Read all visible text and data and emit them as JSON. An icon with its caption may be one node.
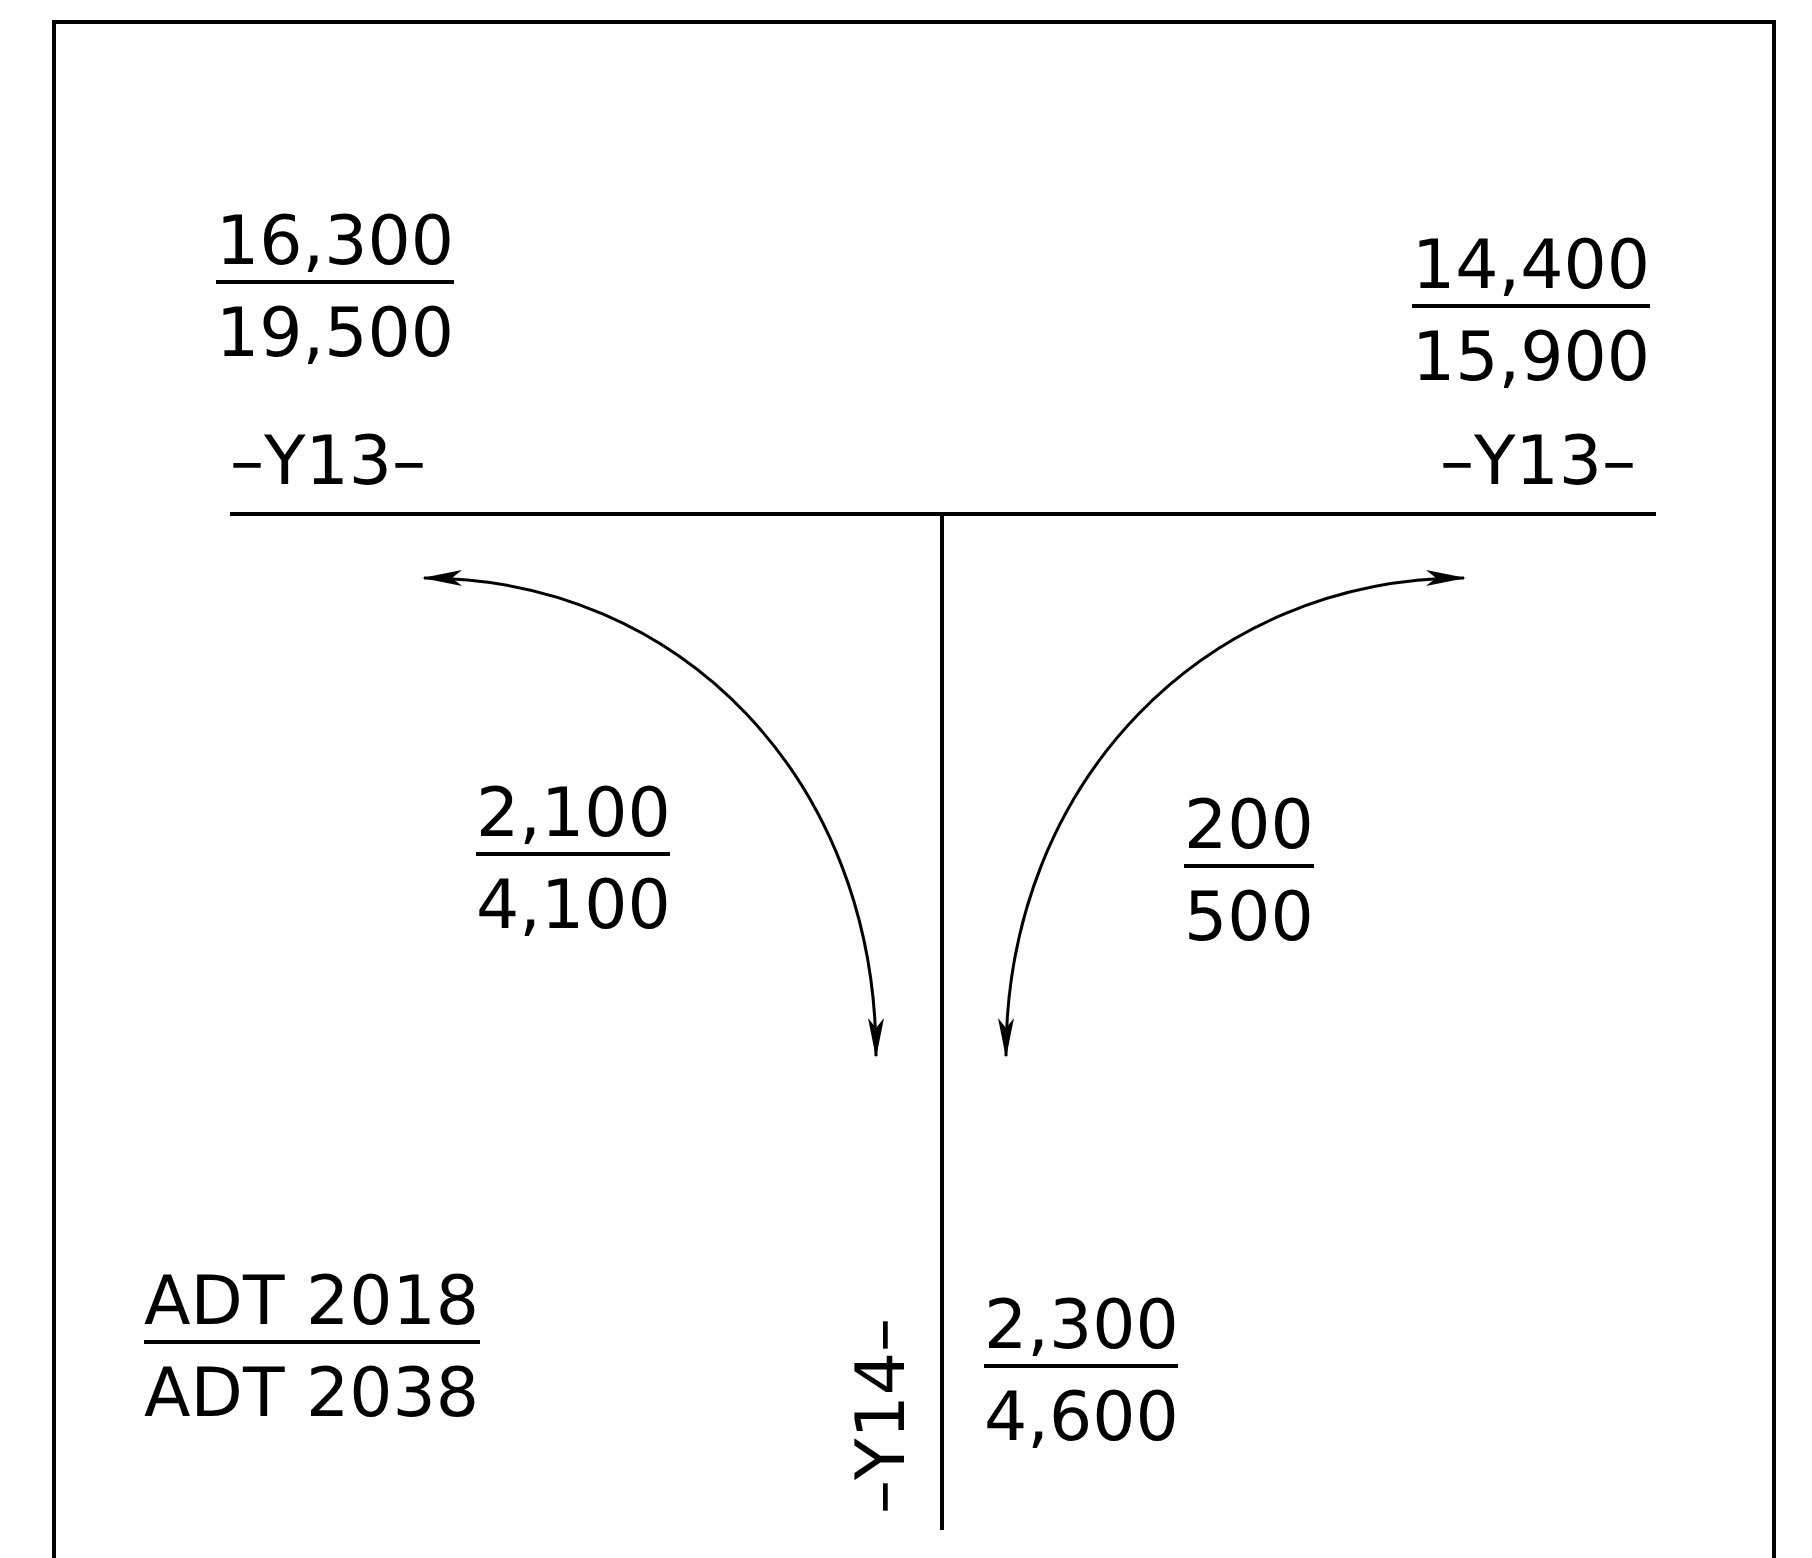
{
  "diagram": {
    "labels": [
      "16,300",
      "19,500",
      "14,400",
      "15,900",
      "–Y13–",
      "–Y13–",
      "2,100",
      "4,100",
      "200",
      "500",
      "ADT 2018",
      "ADT 2038",
      "–Y14–",
      "2,300",
      "4,600"
    ]
  }
}
